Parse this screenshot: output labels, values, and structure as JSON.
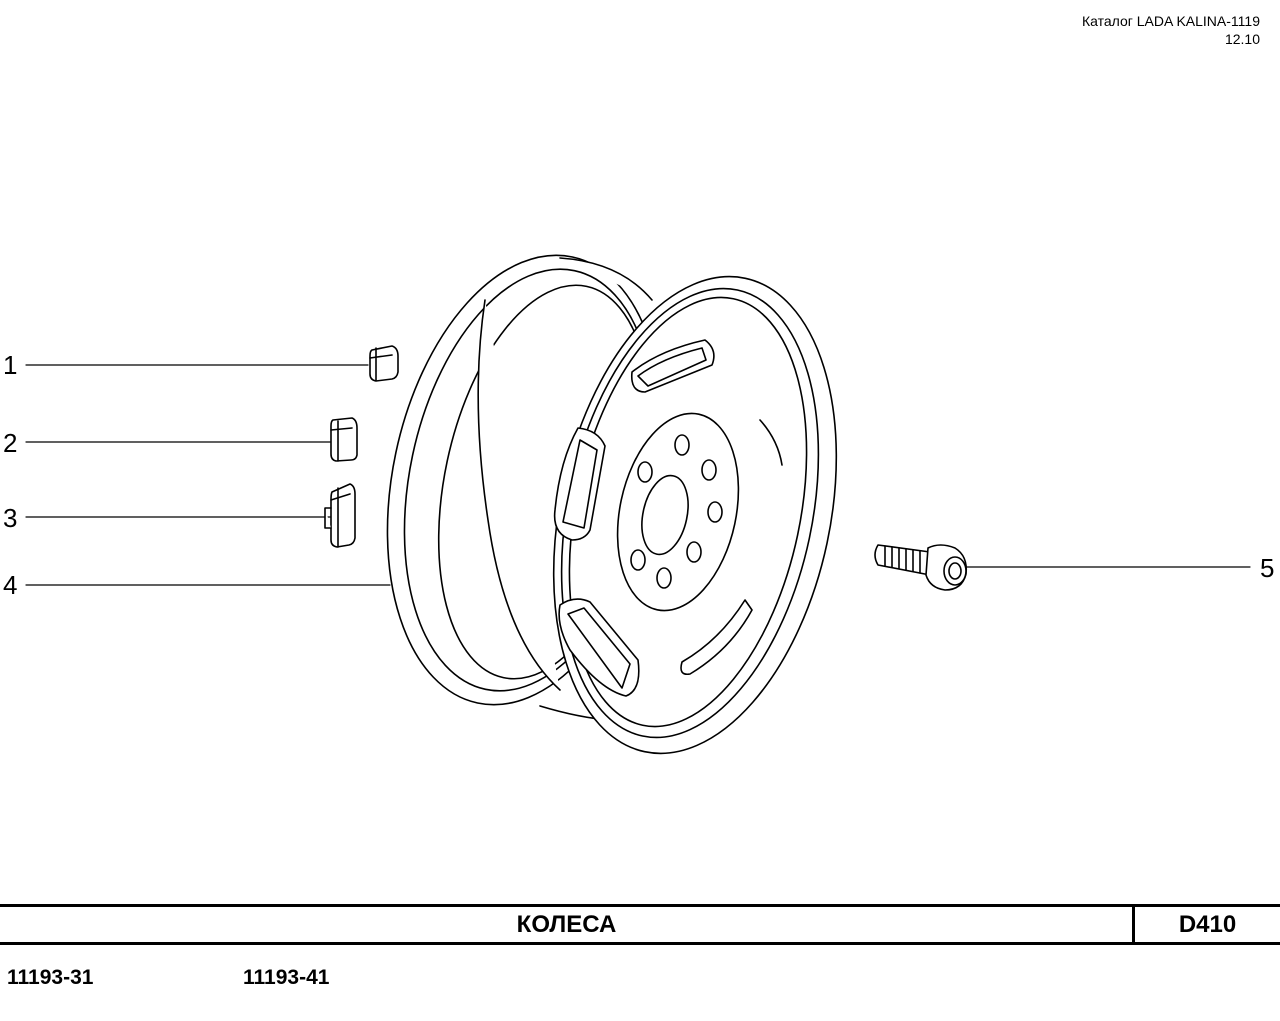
{
  "header": {
    "catalog": "Каталог LADA KALINA-1119",
    "date": "12.10"
  },
  "callouts": [
    "1",
    "2",
    "3",
    "4",
    "5"
  ],
  "footer": {
    "title": "КОЛЕСА",
    "code": "D410",
    "models": [
      "11193-31",
      "11193-41"
    ]
  }
}
